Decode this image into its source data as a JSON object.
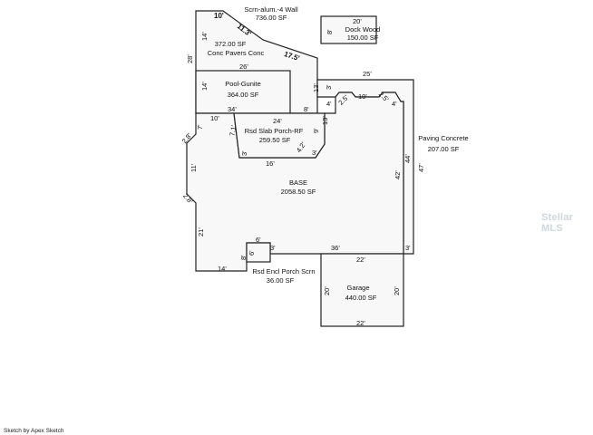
{
  "areas": {
    "screen": {
      "name": "Scrn-alum.-4 Wall",
      "sf": "736.00 SF"
    },
    "pavers": {
      "sf": "372.00 SF",
      "name": "Conc Pavers Conc"
    },
    "pool": {
      "name": "Pool-Gunite",
      "sf": "364.00 SF"
    },
    "dock": {
      "name": "Dock Wood",
      "sf": "150.00 SF"
    },
    "slab": {
      "name": "Rsd Slab Porch-RF",
      "sf": "259.50 SF"
    },
    "paving": {
      "name": "Paving Concrete",
      "sf": "207.00 SF"
    },
    "base": {
      "name": "BASE",
      "sf": "2058.50 SF"
    },
    "encl": {
      "name": "Rsd Encl Porch Scrn",
      "sf": "36.00 SF"
    },
    "garage": {
      "name": "Garage",
      "sf": "440.00 SF"
    }
  },
  "dims": {
    "d10a": "10'",
    "d113": "11.3'",
    "d14a": "14'",
    "d28": "28'",
    "d175": "17.5'",
    "d26": "26'",
    "d14b": "14'",
    "d34": "34'",
    "d8a": "8'",
    "d13a": "13'",
    "d10b": "10'",
    "d7": "7'",
    "d20dock": "20'",
    "d8dock": "8'",
    "d25": "25'",
    "d3a": "3'",
    "d4a": "4'",
    "d25b": "2.5'",
    "d10c": "10'",
    "d25c": "2.5'",
    "d4b": "4'",
    "d24": "24'",
    "d13b": "13'",
    "d71": "7.1'",
    "d9": "9'",
    "d42a": "4.2'",
    "d3b": "3'",
    "d3c": "3'",
    "d16": "16'",
    "d28b": "2.8'",
    "d11": "11'",
    "d28c": "2.8'",
    "d44": "44'",
    "d47": "47'",
    "d42b": "42'",
    "d21": "21'",
    "d6": "6'",
    "d6b": "6'",
    "d3d": "3'",
    "d36": "36'",
    "d3e": "3'",
    "d22a": "22'",
    "d14c": "14'",
    "d20g1": "20'",
    "d20g2": "20'",
    "d22b": "22'"
  },
  "footer": "Sketch by Apex Sketch",
  "watermark": "Stellar MLS",
  "colors": {
    "line": "#222222",
    "fill": "#f8f8f8",
    "watermark": "#cfd6dc"
  }
}
